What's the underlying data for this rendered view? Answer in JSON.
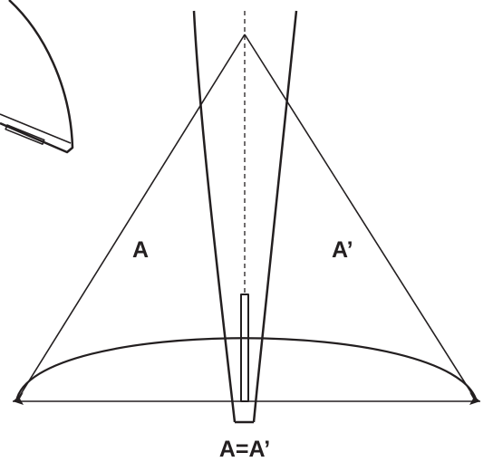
{
  "labels": {
    "left_side": "A",
    "right_side": "A’",
    "equality": "A=A’"
  },
  "colors": {
    "stroke": "#231f20",
    "background": "#ffffff"
  }
}
